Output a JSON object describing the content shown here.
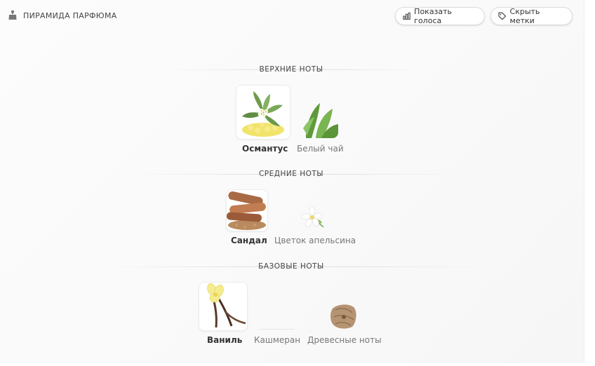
{
  "header": {
    "title": "ПИРАМИДА ПАРФЮМА",
    "show_votes_label": "Показать голоса",
    "hide_labels_label": "Скрыть метки"
  },
  "tiers": [
    {
      "label": "ВЕРХНИЕ НОТЫ",
      "notes": [
        {
          "name": "Османтус",
          "icon": "osmanthus-icon"
        },
        {
          "name": "Белый чай",
          "icon": "white-tea-icon"
        }
      ]
    },
    {
      "label": "СРЕДНИЕ НОТЫ",
      "notes": [
        {
          "name": "Сандал",
          "icon": "sandalwood-icon"
        },
        {
          "name": "Цветок апельсина",
          "icon": "orange-blossom-icon"
        }
      ]
    },
    {
      "label": "БАЗОВЫЕ НОТЫ",
      "notes": [
        {
          "name": "Ваниль",
          "icon": "vanilla-icon"
        },
        {
          "name": "Кашмеран",
          "icon": "cashmeran-icon"
        },
        {
          "name": "Древесные ноты",
          "icon": "woody-notes-icon"
        }
      ]
    }
  ]
}
